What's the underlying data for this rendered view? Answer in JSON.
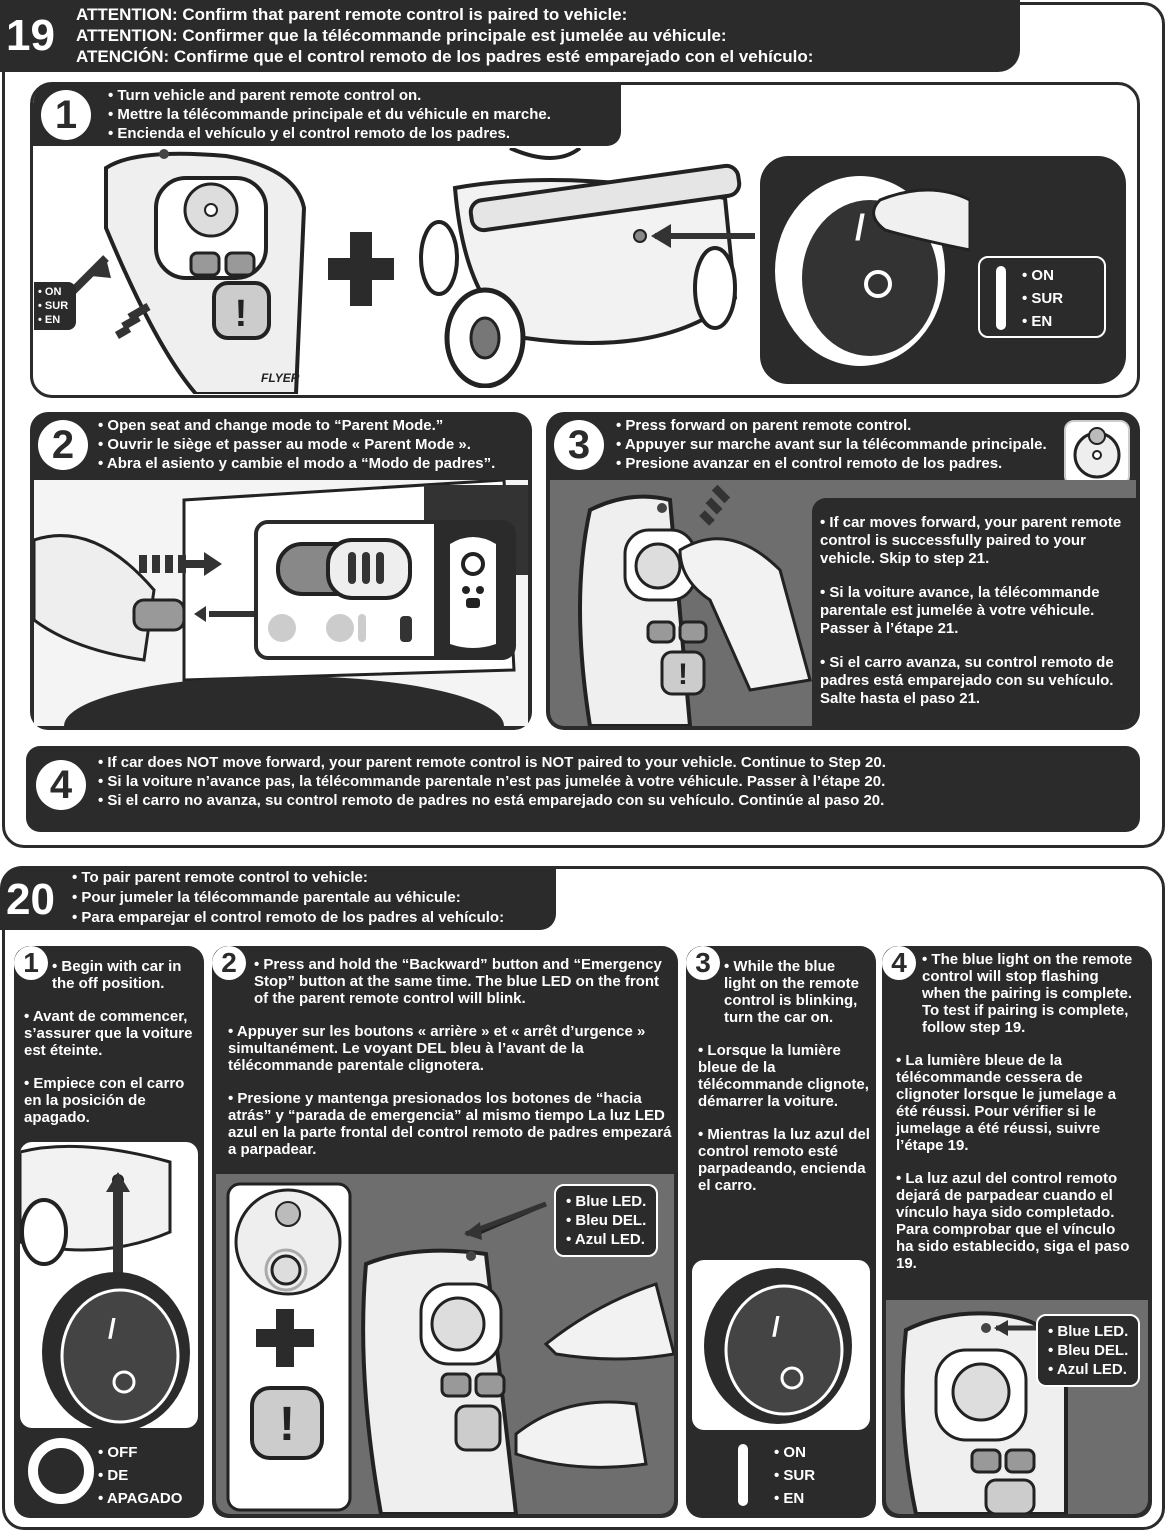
{
  "s19": {
    "number": "19",
    "header": [
      "ATTENTION: Confirm that parent remote control is paired to vehicle:",
      "ATTENTION: Confirmer que la télécommande principale est jumelée au véhicule:",
      "ATENCIÓN: Confirme que el control remoto de los padres esté emparejado con el vehículo:"
    ],
    "step1": {
      "number": "1",
      "lines": [
        "• Turn vehicle and parent remote control on.",
        "• Mettre la télécommande principale et du véhicule en marche.",
        "• Encienda el vehículo y el control remoto de los padres."
      ],
      "remote_switch_labels": [
        "• ON",
        "• SUR",
        "• EN"
      ],
      "rocker_labels": [
        "• ON",
        "• SUR",
        "• EN"
      ],
      "brand": "FLYER"
    },
    "step2": {
      "number": "2",
      "lines": [
        "• Open seat and change mode to “Parent Mode.”",
        "• Ouvrir le siège et passer au mode « Parent Mode ».",
        "• Abra el asiento y cambie el modo a “Modo de padres”."
      ]
    },
    "step3": {
      "number": "3",
      "lines": [
        "• Press forward on parent remote control.",
        "• Appuyer sur marche avant sur la télécommande principale.",
        "• Presione avanzar en el control remoto de los padres."
      ],
      "result_paragraphs": [
        "• If car moves forward, your parent remote control is successfully paired to your vehicle.  Skip to step 21.",
        "• Si la voiture avance, la télécommande parentale est jumelée à votre véhicule. Passer à l’étape 21.",
        "• Si el carro avanza, su control remoto de padres está emparejado con su vehículo.  Salte hasta el paso 21."
      ]
    },
    "step4": {
      "number": "4",
      "lines": [
        "• If car does NOT move forward, your parent remote control is NOT paired to your vehicle.  Continue to Step 20.",
        "• Si la voiture n’avance pas, la télécommande parentale n’est pas jumelée à votre véhicule.  Passer à l’étape 20.",
        "• Si el carro no avanza, su control remoto de padres no está emparejado con su vehículo.  Continúe al paso 20."
      ]
    }
  },
  "s20": {
    "number": "20",
    "header": [
      "• To pair parent remote control to vehicle:",
      "• Pour jumeler la télécommande parentale au véhicule:",
      "• Para emparejar el control remoto de los padres al vehículo:"
    ],
    "step1": {
      "number": "1",
      "paragraphs": [
        "• Begin with car in the off position.",
        "• Avant de commencer, s’assurer que la voiture est éteinte.",
        "• Empiece con el carro en la posición de apagado."
      ],
      "off_labels": [
        "• OFF",
        "• DE",
        "• APAGADO"
      ]
    },
    "step2": {
      "number": "2",
      "paragraphs": [
        "• Press and hold the “Backward” button and “Emergency Stop” button at the same time.  The blue LED on the front of the parent remote control will blink.",
        "• Appuyer sur les boutons « arrière » et « arrêt d’urgence » simultanément.  Le voyant DEL bleu à l’avant de la télécommande parentale clignotera.",
        "• Presione y mantenga presionados los botones de “hacia atrás” y “parada de emergencia” al mismo tiempo  La luz LED azul en la parte frontal del control remoto de padres empezará a parpadear."
      ],
      "led_labels": [
        "• Blue LED.",
        "• Bleu DEL.",
        "• Azul LED."
      ]
    },
    "step3": {
      "number": "3",
      "paragraphs": [
        "• While the blue light on the remote control is blinking, turn the car on.",
        "• Lorsque la lumière bleue de la télécommande clignote, démarrer la voiture.",
        "• Mientras la luz azul del control remoto esté parpadeando, encienda el carro."
      ],
      "on_labels": [
        "• ON",
        "• SUR",
        "• EN"
      ]
    },
    "step4": {
      "number": "4",
      "paragraphs": [
        "• The blue light on the remote control will stop flashing when the pairing is complete. To test if pairing is complete, follow step 19.",
        "• La lumière bleue de la télécommande cessera de clignoter lorsque le jumelage a été réussi.  Pour vérifier si le jumelage a été réussi, suivre l’étape 19.",
        "• La luz azul del control remoto dejará de parpadear cuando el vínculo haya sido completado. Para comprobar que el vínculo ha sido establecido, siga el paso 19."
      ],
      "led_labels": [
        "• Blue LED.",
        "• Bleu DEL.",
        "• Azul LED."
      ]
    }
  }
}
